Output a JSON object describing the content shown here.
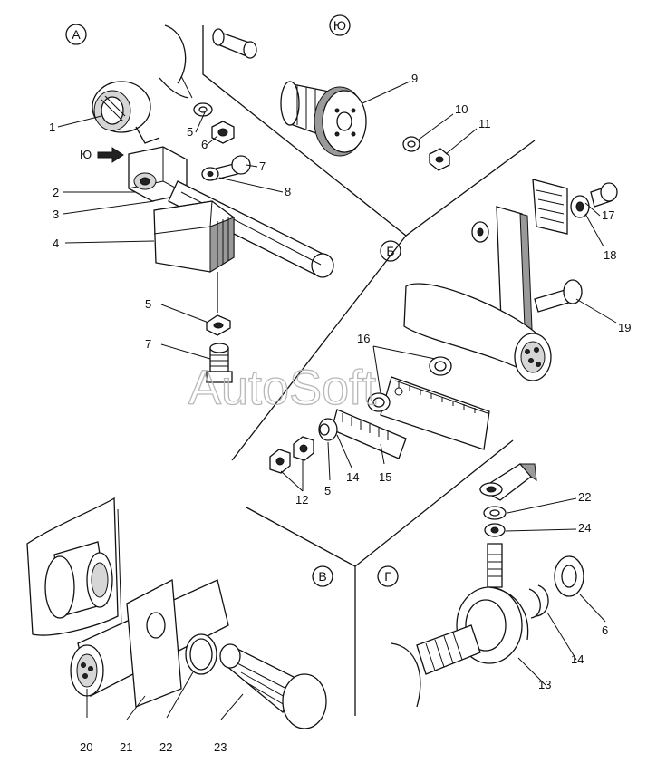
{
  "watermark": "AutoSoft",
  "sections": [
    {
      "id": "A",
      "label": "А"
    },
    {
      "id": "Yu",
      "label": "Ю"
    },
    {
      "id": "B",
      "label": "Б"
    },
    {
      "id": "V",
      "label": "В"
    },
    {
      "id": "G",
      "label": "Г"
    }
  ],
  "arrow_label": "Ю",
  "callouts": [
    {
      "id": "c1",
      "label": "1"
    },
    {
      "id": "c5a",
      "label": "5"
    },
    {
      "id": "c6a",
      "label": "6"
    },
    {
      "id": "c7a",
      "label": "7"
    },
    {
      "id": "c8",
      "label": "8"
    },
    {
      "id": "c2",
      "label": "2"
    },
    {
      "id": "c3",
      "label": "3"
    },
    {
      "id": "c4",
      "label": "4"
    },
    {
      "id": "c5b",
      "label": "5"
    },
    {
      "id": "c7b",
      "label": "7"
    },
    {
      "id": "c9",
      "label": "9"
    },
    {
      "id": "c10",
      "label": "10"
    },
    {
      "id": "c11",
      "label": "11"
    },
    {
      "id": "c17",
      "label": "17"
    },
    {
      "id": "c18",
      "label": "18"
    },
    {
      "id": "c19",
      "label": "19"
    },
    {
      "id": "c16",
      "label": "16"
    },
    {
      "id": "c12",
      "label": "12"
    },
    {
      "id": "c5c",
      "label": "5"
    },
    {
      "id": "c14a",
      "label": "14"
    },
    {
      "id": "c15",
      "label": "15"
    },
    {
      "id": "c22a",
      "label": "22"
    },
    {
      "id": "c24",
      "label": "24"
    },
    {
      "id": "c6b",
      "label": "6"
    },
    {
      "id": "c14b",
      "label": "14"
    },
    {
      "id": "c13",
      "label": "13"
    },
    {
      "id": "c20",
      "label": "20"
    },
    {
      "id": "c21",
      "label": "21"
    },
    {
      "id": "c22b",
      "label": "22"
    },
    {
      "id": "c23",
      "label": "23"
    }
  ]
}
